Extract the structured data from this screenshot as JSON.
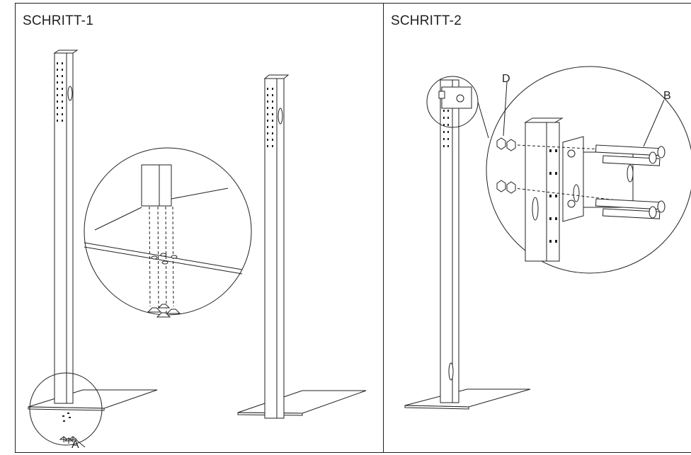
{
  "steps": [
    {
      "title": "SCHRITT-1",
      "callouts": {
        "a": "A"
      }
    },
    {
      "title": "SCHRITT-2",
      "callouts": {
        "d": "D",
        "b": "B"
      }
    }
  ]
}
